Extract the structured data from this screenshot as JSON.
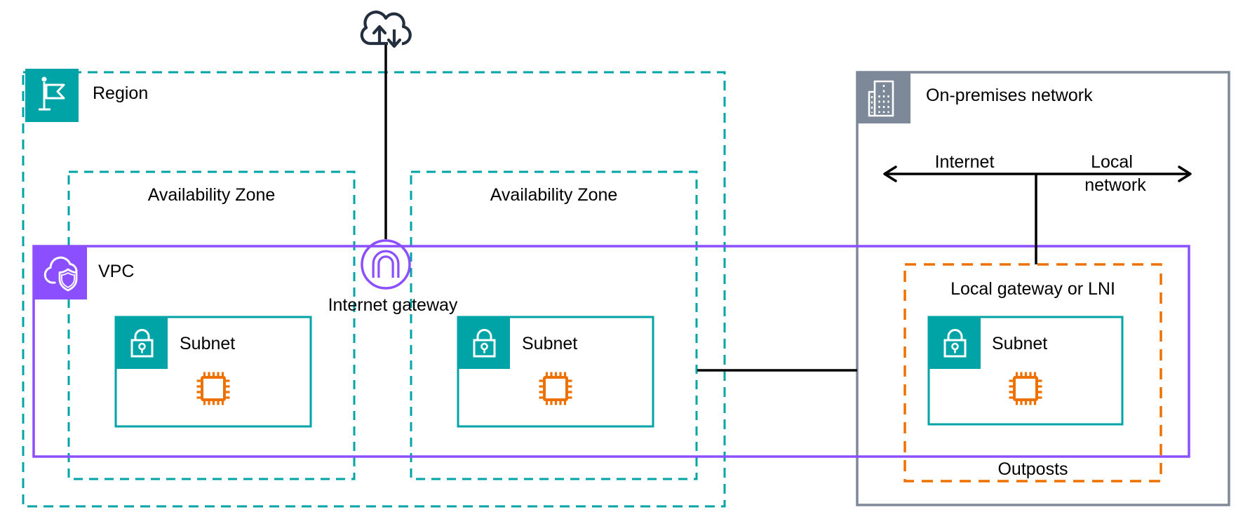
{
  "colors": {
    "teal": "#00A4A6",
    "purple": "#8C4FFF",
    "orange": "#ED7100",
    "gray": "#7D8998",
    "navy": "#232F3E",
    "black": "#000000"
  },
  "region": {
    "label": "Region"
  },
  "availability_zones": [
    {
      "label": "Availability Zone"
    },
    {
      "label": "Availability Zone"
    }
  ],
  "vpc": {
    "label": "VPC"
  },
  "internet_gateway": {
    "label": "Internet gateway"
  },
  "subnets": [
    {
      "label": "Subnet"
    },
    {
      "label": "Subnet"
    },
    {
      "label": "Subnet"
    }
  ],
  "on_premises": {
    "label": "On-premises network",
    "internet_arrow_label": "Internet",
    "local_network_label_line1": "Local",
    "local_network_label_line2": "network"
  },
  "outposts": {
    "label": "Outposts",
    "local_gateway_label": "Local gateway or LNI"
  }
}
